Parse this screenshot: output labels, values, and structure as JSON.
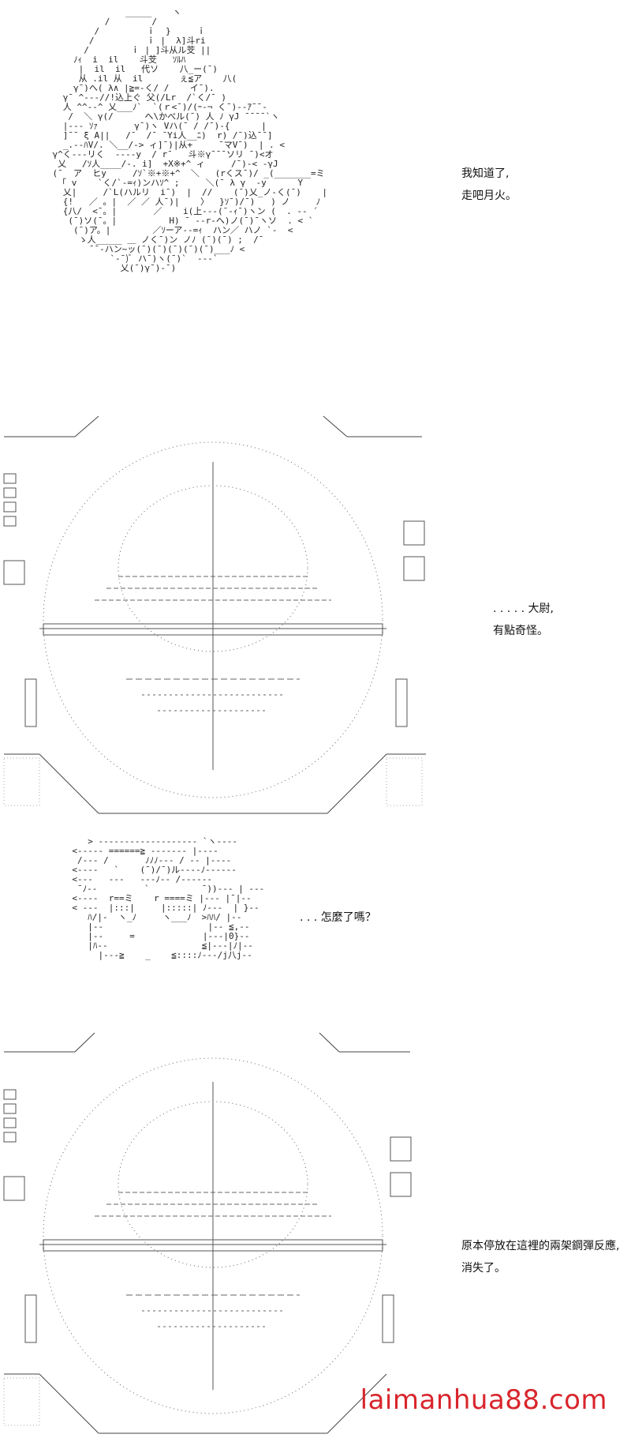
{
  "panels": [
    {
      "id": "panel-1",
      "dialog": [
        "我知道了,",
        "走吧月火。"
      ]
    },
    {
      "id": "panel-2",
      "dialog": [
        ". . . . . 大尉,",
        "有點奇怪。"
      ]
    },
    {
      "id": "panel-3",
      "dialog": [
        ". . . 怎麼了嗎？"
      ]
    },
    {
      "id": "panel-4",
      "dialog": [
        "原本停放在這裡的兩架鋼彈反應,",
        "消失了。"
      ]
    }
  ],
  "watermark": "laimanhua88.com",
  "colors": {
    "watermark": "#d8262c",
    "ink": "#222222"
  }
}
